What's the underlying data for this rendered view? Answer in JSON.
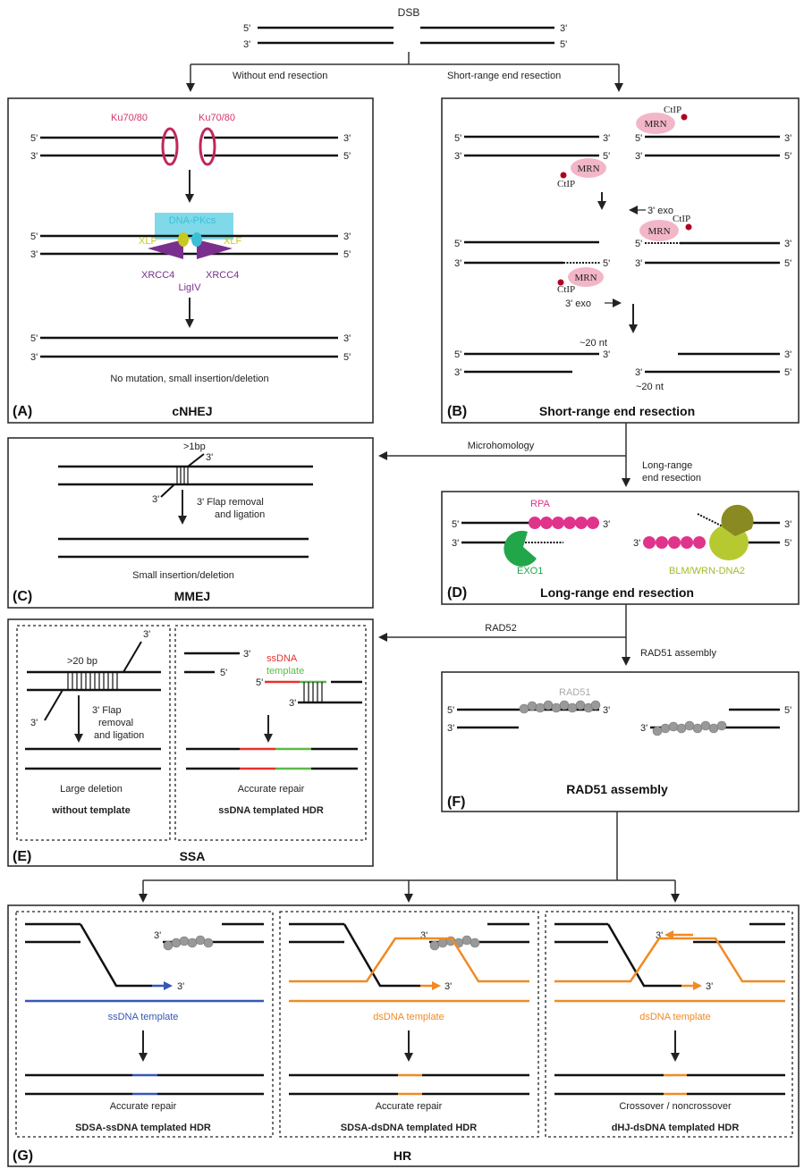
{
  "top": {
    "dsb": "DSB",
    "without": "Without end resection",
    "short": "Short-range end resection"
  },
  "ends": {
    "five": "5'",
    "three": "3'"
  },
  "A": {
    "panel_letter": "(A)",
    "title": "cNHEJ",
    "ku_left": "Ku70/80",
    "ku_right": "Ku70/80",
    "dnapk": "DNA-PKcs",
    "xlf_left": "XLF",
    "xlf_right": "XLF",
    "xrcc4_left": "XRCC4",
    "xrcc4_right": "XRCC4",
    "lig": "LigIV",
    "outcome": "No mutation, small insertion/deletion"
  },
  "B": {
    "panel_letter": "(B)",
    "title": "Short-range end resection",
    "mrn": "MRN",
    "ctip": "CtIP",
    "exo1": "3' exo",
    "exo2": "3' exo",
    "nt1": "~20 nt",
    "nt2": "~20 nt"
  },
  "arrows": {
    "micro": "Microhomology",
    "long": "Long-range\nend resection",
    "rad52": "RAD52",
    "rad51": "RAD51 assembly"
  },
  "C": {
    "panel_letter": "(C)",
    "title": "MMEJ",
    "bp": ">1bp",
    "flap": "3' Flap removal\nand ligation",
    "outcome": "Small insertion/deletion"
  },
  "D": {
    "panel_letter": "(D)",
    "title": "Long-range end resection",
    "rpa": "RPA",
    "exo1": "EXO1",
    "blm": "BLM/WRN-DNA2"
  },
  "E": {
    "panel_letter": "(E)",
    "title": "SSA",
    "bp": ">20 bp",
    "flap": "3' Flap\nremoval\nand ligation",
    "outcome1": "Large deletion",
    "sub1": "without template",
    "tmpl": "ssDNA\ntemplate",
    "outcome2": "Accurate repair",
    "sub2": "ssDNA templated HDR"
  },
  "F": {
    "panel_letter": "(F)",
    "title": "RAD51 assembly",
    "rad51": "RAD51"
  },
  "G": {
    "panel_letter": "(G)",
    "title": "HR",
    "t1": "ssDNA template",
    "o1": "Accurate repair",
    "s1": "SDSA-ssDNA templated HDR",
    "t2": "dsDNA template",
    "o2": "Accurate repair",
    "s2": "SDSA-dsDNA templated HDR",
    "t3": "dsDNA template",
    "o3": "Crossover / noncrossover",
    "s3": "dHJ-dsDNA templated HDR"
  },
  "colors": {
    "ku": "#d6336c",
    "dnapk": "#3cc0d8",
    "xlf": "#c8c81e",
    "xrcc4": "#7a2f8e",
    "mrn": "#f2b6c8",
    "ctip": "#b00020",
    "rpa": "#e0338c",
    "exo1": "#22a64a",
    "blm": "#b7c931",
    "ssdna": "#3557b7",
    "dsdna": "#f08a24",
    "red": "#e8312e",
    "green": "#5cb848"
  }
}
